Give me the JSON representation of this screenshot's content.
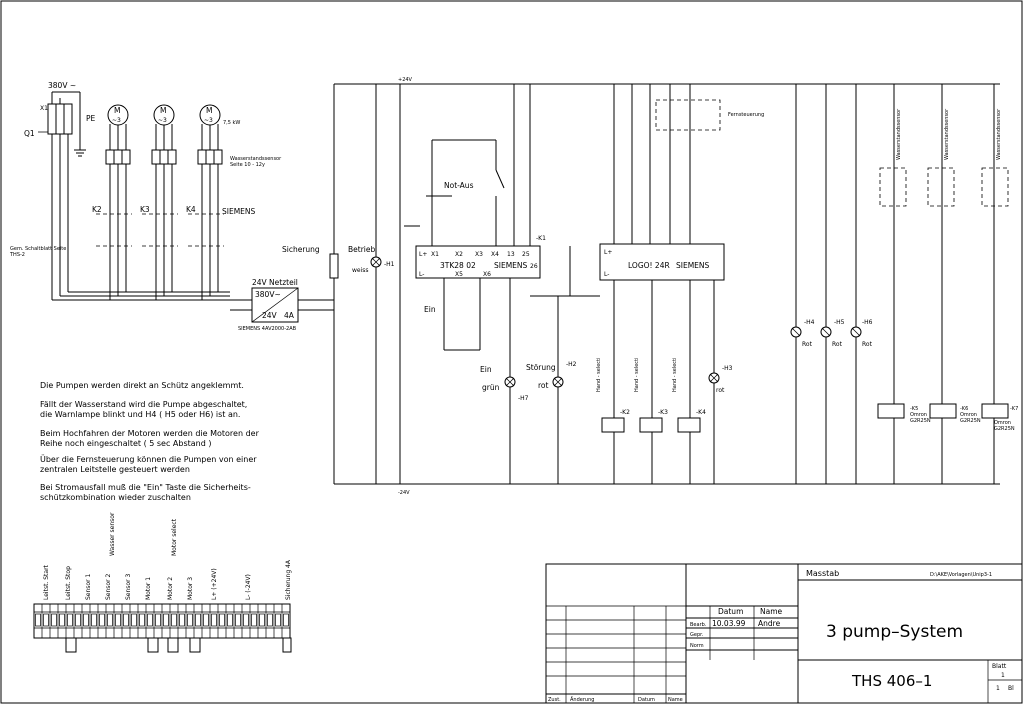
{
  "supply": {
    "mains": "380V ~",
    "pe": "PE",
    "x1": "X1",
    "q1": "Q1"
  },
  "motors": [
    {
      "symbol": "M",
      "phase": "~3",
      "contactor": "K2"
    },
    {
      "symbol": "M",
      "phase": "~3",
      "contactor": "K3"
    },
    {
      "symbol": "M",
      "phase": "~3",
      "contactor": "K4",
      "rating": "7,5 kW"
    }
  ],
  "siemens_label": "SIEMENS",
  "psu": {
    "label": "24V Netzteil",
    "input": "380V~",
    "output": "24V",
    "current": "4A",
    "part": "SIEMENS 4AV2000-2AB"
  },
  "fuse": {
    "label": "Sicherung"
  },
  "pilot": {
    "label": "Betrieb",
    "color": "weiss",
    "id": "-H1"
  },
  "safety_relay": {
    "top_terms": [
      "L+",
      "X1",
      "X2",
      "X3",
      "X4",
      "13",
      "25"
    ],
    "model": "3TK28 02",
    "brand": "SIEMENS",
    "bottom_terms": [
      "L-",
      "X5",
      "X6",
      "26"
    ],
    "id": "-K1"
  },
  "not_aus": {
    "label": "Not-Aus"
  },
  "ein_button": {
    "label": "Ein"
  },
  "lamp_h7": {
    "label": "Ein",
    "color": "grün",
    "id": "-H7"
  },
  "lamp_h2": {
    "label": "Störung",
    "color": "rot",
    "id": "-H2"
  },
  "logo": {
    "top": "L+",
    "bottom": "L-",
    "model": "LOGO! 24R",
    "brand": "SIEMENS"
  },
  "fernsteuerung": {
    "label": "Fernsteuerung"
  },
  "hand_auto": {
    "label": "Hand - selecti"
  },
  "lamp_h3": {
    "color": "rot",
    "id": "-H3"
  },
  "warn_lamps": [
    {
      "id": "-H4",
      "color": "Rot"
    },
    {
      "id": "-H5",
      "color": "Rot"
    },
    {
      "id": "-H6",
      "color": "Rot"
    }
  ],
  "motor_coils": [
    "-K2",
    "-K3",
    "-K4"
  ],
  "remote_relays": [
    {
      "id": "-K5",
      "brand": "Omron",
      "model": "G2R25N"
    },
    {
      "id": "-K6",
      "brand": "Omron",
      "model": "G2R25N"
    },
    {
      "id": "-K7",
      "brand": "Omron",
      "model": "G2R25N"
    }
  ],
  "rail": {
    "plus": "+24V",
    "minus": "-24V",
    "sensor": "Wasserstandssensor"
  },
  "notes": [
    "Die Pumpen werden direkt an Schütz angeklemmt.",
    "Fällt der Wasserstand wird die Pumpe abgeschaltet,",
    "die Warnlampe blinkt und H4 ( H5 oder H6) ist an.",
    "Beim Hochfahren der Motoren werden die Motoren der",
    "Reihe noch eingeschaltet ( 5 sec Abstand )",
    "Über die Fernsteuerung können die Pumpen von einer",
    "zentralen Leitstelle gesteuert werden",
    "Bei Stromausfall muß die \"Ein\" Taste die Sicherheits-",
    "schützkombination wieder zuschalten"
  ],
  "terminal_groups": [
    "Leitst. Start",
    "Leitst. Stop",
    "Sensor 1",
    "Sensor 2",
    "Sensor 3",
    "Motor 1",
    "Motor 2",
    "Motor 3",
    "L+ (+24V)",
    "L- (-24V)",
    "Sicherung 4A"
  ],
  "terminal_headers": {
    "sensors": "Wasser sensor",
    "motors": "Motor select"
  },
  "title_block": {
    "scale_label": "Masstab",
    "path": "D:\\AKE\\Vorlagen\\Unip3-1",
    "col_datum": "Datum",
    "col_name": "Name",
    "rows": [
      "Bearb.",
      "Gepr.",
      "Norm"
    ],
    "bearb_date": "10.03.99",
    "bearb_name": "Andre",
    "title": "3 pump–System",
    "drawing_no": "THS 406–1",
    "blatt_label": "Blatt",
    "blatt_no": "1",
    "bl_count": "1",
    "bl_label": "Bl",
    "footer": [
      "Zust.",
      "Änderung",
      "Datum",
      "Name"
    ]
  }
}
